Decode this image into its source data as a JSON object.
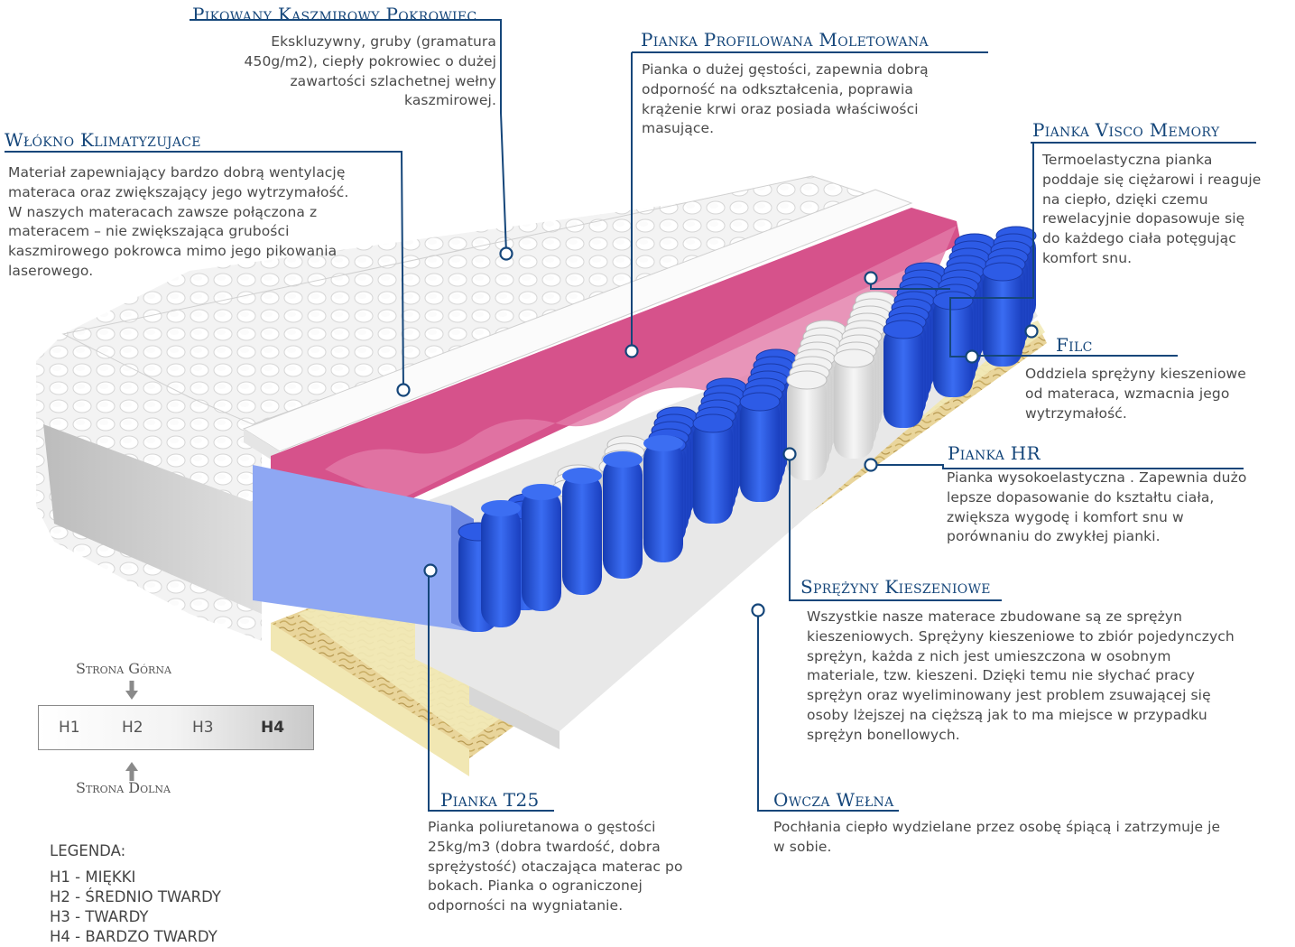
{
  "callouts": {
    "pokrowiec": {
      "title": "Pikowany Kaszmirowy Pokrowiec",
      "lines": [
        "Ekskluzywny, gruby (gramatura",
        "450g/m2), ciepły pokrowiec o dużej",
        "zawartości szlachetnej wełny",
        "kaszmirowej."
      ]
    },
    "wlokno": {
      "title": "Włókno Klimatyzujace",
      "lines": [
        "Materiał zapewniający bardzo dobrą wentylację",
        "materaca oraz zwiększający jego wytrzymałość.",
        "W naszych materacach zawsze połączona z",
        "materacem – nie zwiększająca grubości",
        "kaszmirowego pokrowca mimo jego pikowania",
        "laserowego."
      ]
    },
    "moletowana": {
      "title": "Pianka Profilowana Moletowana",
      "lines": [
        "Pianka o dużej gęstości, zapewnia dobrą",
        "odporność na odkształcenia, poprawia",
        "krążenie krwi oraz posiada właściwości",
        "masujące."
      ]
    },
    "visco": {
      "title": "Pianka Visco Memory",
      "lines": [
        "Termoelastyczna pianka",
        "poddaje się ciężarowi i reaguje",
        "na ciepło, dzięki czemu",
        "rewelacyjnie dopasowuje się",
        "do każdego ciała potęgując",
        "komfort snu."
      ]
    },
    "filc": {
      "title": "Filc",
      "lines": [
        "Oddziela sprężyny kieszeniowe",
        "od materaca, wzmacnia jego",
        "wytrzymałość."
      ]
    },
    "hr": {
      "title": "Pianka HR",
      "lines": [
        "Pianka wysokoelastyczna . Zapewnia dużo",
        "lepsze dopasowanie do kształtu ciała,",
        "zwiększa wygodę i komfort snu w",
        "porównaniu do zwykłej pianki."
      ]
    },
    "sprezyny": {
      "title": "Sprężyny Kieszeniowe",
      "lines": [
        "Wszystkie nasze materace zbudowane są ze sprężyn",
        "kieszeniowych. Sprężyny kieszeniowe to zbiór pojedynczych",
        "sprężyn, każda z nich jest umieszczona w osobnym",
        "materiale, tzw. kieszeni. Dzięki temu nie słychać pracy",
        "sprężyn oraz wyeliminowany jest problem zsuwającej się",
        "osoby lżejszej na cięższą jak to ma miejsce w przypadku",
        "sprężyn bonellowych."
      ]
    },
    "t25": {
      "title": "Pianka T25",
      "lines": [
        "Pianka poliuretanowa o gęstości",
        "25kg/m3 (dobra twardość, dobra",
        "sprężystość) otaczająca materac po",
        "bokach. Pianka o ograniczonej",
        "odporności na wygniatanie."
      ]
    },
    "welna": {
      "title": "Owcza Wełna",
      "lines": [
        "Pochłania ciepło wydzielane przez osobę śpiącą i zatrzymuje je",
        "w sobie."
      ]
    }
  },
  "hardness": {
    "top_label": "Strona Górna",
    "bottom_label": "Strona Dolna",
    "levels": [
      "H1",
      "H2",
      "H3",
      "H4"
    ],
    "selected": "H4",
    "arrow_down_icon": "arrow-down-icon",
    "arrow_up_icon": "arrow-up-icon"
  },
  "legend": {
    "header": "LEGENDA:",
    "items": [
      "H1 - MIĘKKI",
      "H2 - ŚREDNIO TWARDY",
      "H3 - TWARDY",
      "H4 - BARDZO TWARDY"
    ]
  },
  "colors": {
    "accent": "#15467a",
    "springs_blue": "#1f4fd6",
    "springs_white": "#e9e9e9",
    "profiled_foam": "#d9548d",
    "t25_foam": "#8fa6f0",
    "wool": "#e6d49a"
  }
}
